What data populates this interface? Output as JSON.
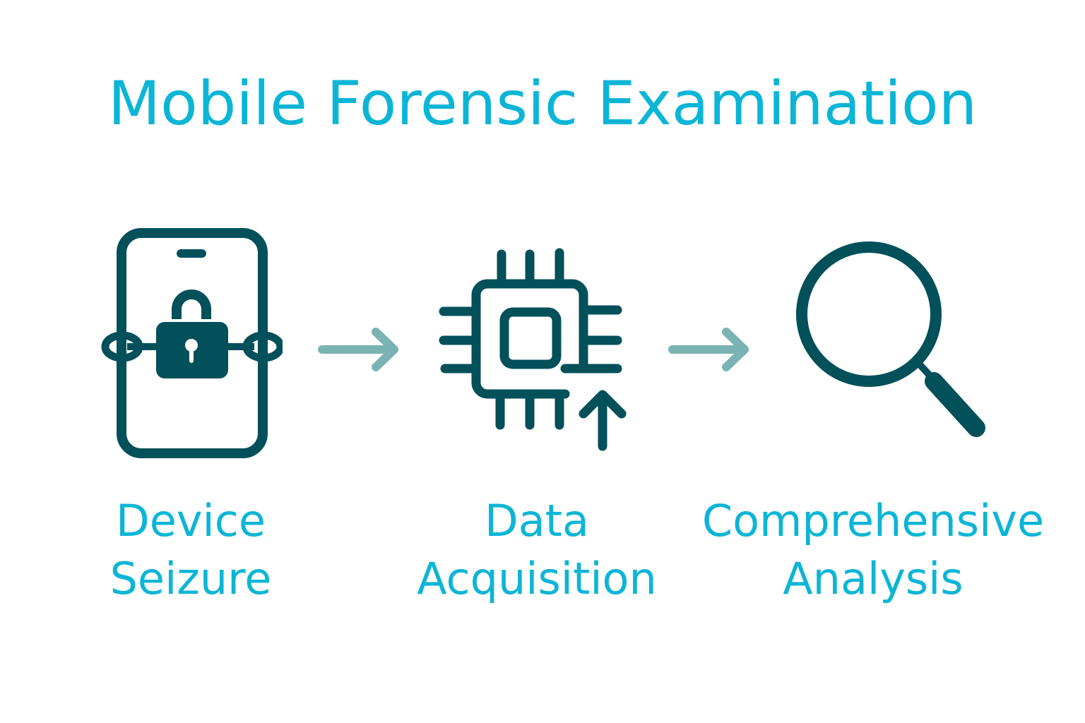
{
  "title": "Mobile Forensic Examination",
  "colors": {
    "text_accent": "#0bb5d6",
    "icon_dark": "#02505a",
    "arrow_light": "#7ab3b3",
    "background": "#ffffff"
  },
  "steps": [
    {
      "icon": "locked-phone-icon",
      "label_line1": "Device",
      "label_line2": "Seizure"
    },
    {
      "icon": "chip-upload-icon",
      "label_line1": "Data",
      "label_line2": "Acquisition"
    },
    {
      "icon": "magnifier-icon",
      "label_line1": "Comprehensive",
      "label_line2": "Analysis"
    }
  ],
  "connectors": [
    {
      "icon": "arrow-right-icon",
      "from": "Device Seizure",
      "to": "Data Acquisition"
    },
    {
      "icon": "arrow-right-icon",
      "from": "Data Acquisition",
      "to": "Comprehensive Analysis"
    }
  ]
}
